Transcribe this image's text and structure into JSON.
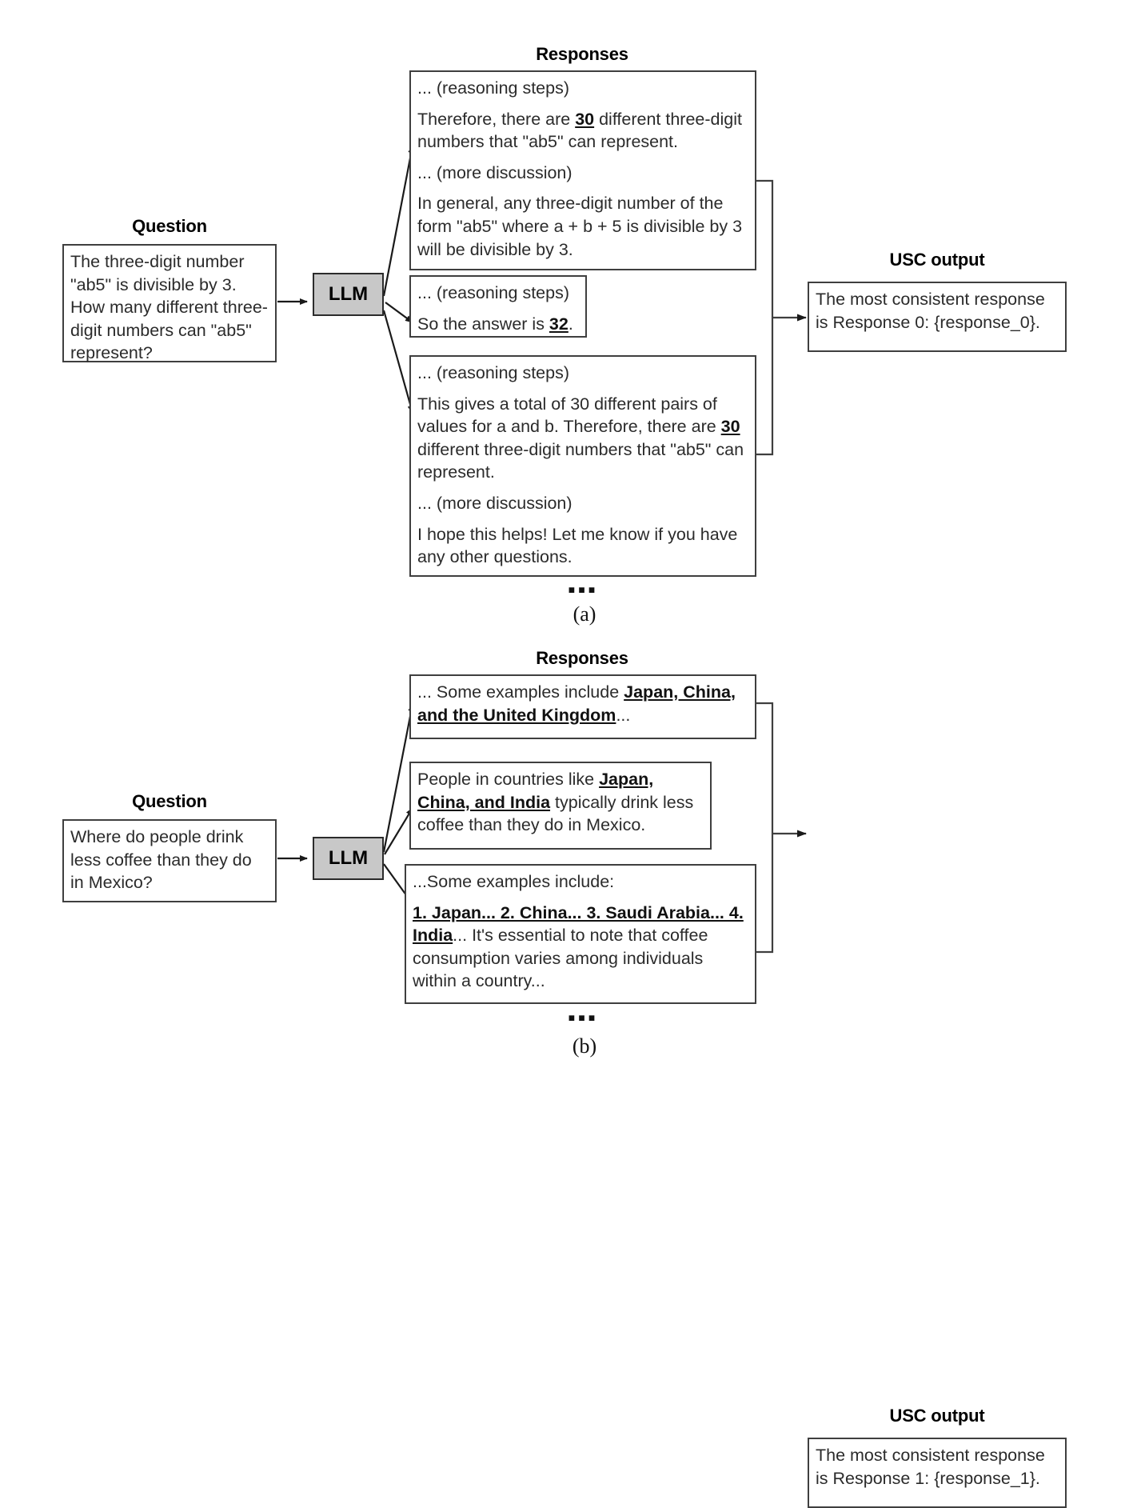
{
  "figure": {
    "panels": [
      {
        "id": "a",
        "caption": "(a)",
        "question_header": "Question",
        "responses_header": "Responses",
        "usc_header": "USC output",
        "llm_label": "LLM",
        "ellipsis": "▪▪▪",
        "question_text": "The three-digit number \"ab5\" is divisible by 3. How many different three-digit numbers can \"ab5\" represent?",
        "responses": [
          {
            "index": 0,
            "lines": [
              {
                "type": "plain",
                "text": "... (reasoning steps)"
              },
              {
                "type": "rich",
                "parts": [
                  {
                    "t": "Therefore, there are ",
                    "em": false
                  },
                  {
                    "t": "30",
                    "em": true
                  },
                  {
                    "t": " different three-digit numbers that \"ab5\" can represent.",
                    "em": false
                  }
                ]
              },
              {
                "type": "plain",
                "text": "... (more discussion)"
              },
              {
                "type": "plain",
                "text": "In general, any three-digit number of the form \"ab5\" where a + b + 5 is divisible by 3 will be divisible by 3."
              }
            ]
          },
          {
            "index": 1,
            "lines": [
              {
                "type": "plain",
                "text": "... (reasoning steps)"
              },
              {
                "type": "rich",
                "parts": [
                  {
                    "t": "So the answer is ",
                    "em": false
                  },
                  {
                    "t": "32",
                    "em": true
                  },
                  {
                    "t": ".",
                    "em": false
                  }
                ]
              }
            ]
          },
          {
            "index": 2,
            "lines": [
              {
                "type": "plain",
                "text": "... (reasoning steps)"
              },
              {
                "type": "rich",
                "parts": [
                  {
                    "t": "This gives a total of 30 different pairs of values for a and b. Therefore, there are ",
                    "em": false
                  },
                  {
                    "t": "30",
                    "em": true
                  },
                  {
                    "t": " different three-digit numbers that \"ab5\" can represent.",
                    "em": false
                  }
                ]
              },
              {
                "type": "plain",
                "text": "... (more discussion)"
              },
              {
                "type": "plain",
                "text": "I hope this helps! Let me know if you have any other questions."
              }
            ]
          }
        ],
        "usc_output_text": "The most consistent response is Response 0: {response_0}."
      },
      {
        "id": "b",
        "caption": "(b)",
        "question_header": "Question",
        "responses_header": "Responses",
        "usc_header": "USC output",
        "llm_label": "LLM",
        "ellipsis": "▪▪▪",
        "question_text": "Where do people drink less coffee than they do in Mexico?",
        "responses": [
          {
            "index": 0,
            "lines": [
              {
                "type": "rich",
                "parts": [
                  {
                    "t": "... Some examples include ",
                    "em": false
                  },
                  {
                    "t": "Japan, China, and the United Kingdom",
                    "em": true
                  },
                  {
                    "t": "...",
                    "em": false
                  }
                ]
              }
            ]
          },
          {
            "index": 1,
            "lines": [
              {
                "type": "rich",
                "parts": [
                  {
                    "t": "People in countries like ",
                    "em": false
                  },
                  {
                    "t": "Japan, China, and India",
                    "em": true
                  },
                  {
                    "t": " typically drink less coffee than they do in Mexico.",
                    "em": false
                  }
                ]
              }
            ]
          },
          {
            "index": 2,
            "lines": [
              {
                "type": "plain",
                "text": "...Some examples include:"
              },
              {
                "type": "rich",
                "parts": [
                  {
                    "t": "1. Japan... 2. China... 3. Saudi Arabia... 4. India",
                    "em": true
                  },
                  {
                    "t": "... It's essential to note that coffee consumption varies among individuals within a country...",
                    "em": false
                  }
                ]
              }
            ]
          }
        ],
        "usc_output_text": "The most consistent response is Response 1: {response_1}."
      }
    ],
    "colors": {
      "llm_fill": "#c8c8c8",
      "box_border": "#3f3f3f",
      "line": "#2b2b2b",
      "background": "#ffffff"
    }
  }
}
